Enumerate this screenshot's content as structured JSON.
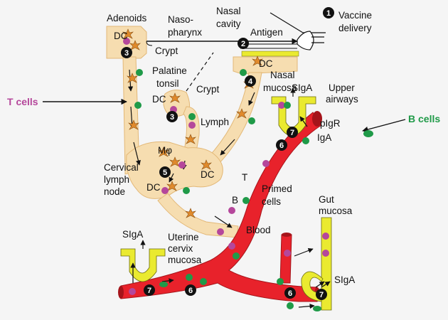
{
  "labels": {
    "adenoids": "Adenoids",
    "naso1": "Naso-",
    "naso2": "pharynx",
    "nasal1": "Nasal",
    "nasal2": "cavity",
    "antigen": "Antigen",
    "vaccine1": "Vaccine",
    "vaccine2": "delivery",
    "dc_adenoids": "DC",
    "crypt_top": "Crypt",
    "palatine1": "Palatine",
    "palatine2": "tonsil",
    "crypt_tonsil": "Crypt",
    "dc_tonsil": "DC",
    "dc_mucosa": "DC",
    "nasal_mucosa1": "Nasal",
    "nasal_mucosa2": "mucosa",
    "siga_upper": "SIgA",
    "upper1": "Upper",
    "upper2": "airways",
    "pigr": "pIgR",
    "iga": "IgA",
    "lymph": "Lymph",
    "mphi": "Mφ",
    "dc_node_left": "DC",
    "dc_node_right": "DC",
    "cervical1": "Cervical",
    "cervical2": "lymph",
    "cervical3": "node",
    "t_letter": "T",
    "b_letter": "B",
    "primed1": "Primed",
    "primed2": "cells",
    "blood": "Blood",
    "gut1": "Gut",
    "gut2": "mucosa",
    "siga_uterine": "SIgA",
    "uterine1": "Uterine",
    "uterine2": "cervix",
    "uterine3": "mucosa",
    "siga_gut": "SIgA"
  },
  "side_labels": {
    "t_cells": "T cells",
    "b_cells": "B cells"
  },
  "steps": {
    "s1": "1",
    "s2": "2",
    "s3a": "3",
    "s3b": "3",
    "s4": "4",
    "s5": "5",
    "s6a": "6",
    "s6b": "6",
    "s6c": "6",
    "s7a": "7",
    "s7b": "7",
    "s7c": "7"
  },
  "colors": {
    "tissue": "#f6ddb0",
    "tissue_stroke": "#e3b877",
    "blood": "#e8222b",
    "blood_dark": "#a5141a",
    "t_cell": "#b5479b",
    "b_cell": "#1f9a48",
    "dc": "#e08a2c",
    "epithelium": "#eaea30",
    "t_label": "#b5479b",
    "b_label": "#1f9a48"
  }
}
